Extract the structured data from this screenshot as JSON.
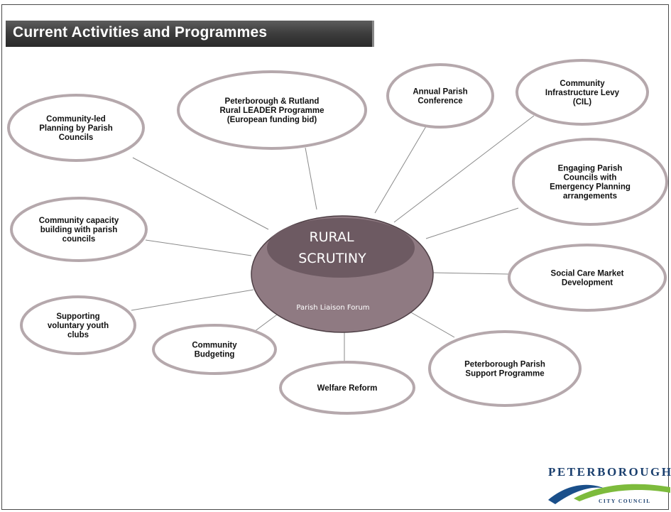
{
  "header": {
    "title": "Current Activities and Programmes"
  },
  "center": {
    "line1": "RURAL",
    "line2": "SCRUTINY",
    "subtitle": "Parish Liaison Forum"
  },
  "nodes": [
    {
      "id": "community-led-planning",
      "lines": [
        "Community-led",
        "Planning by Parish",
        "Councils"
      ]
    },
    {
      "id": "leader-programme",
      "lines": [
        "Peterborough & Rutland",
        "Rural LEADER Programme",
        "(European funding bid)"
      ]
    },
    {
      "id": "annual-parish-conference",
      "lines": [
        "Annual Parish",
        "Conference"
      ]
    },
    {
      "id": "community-infrastructure-levy",
      "lines": [
        "Community",
        "Infrastructure Levy",
        "(CIL)"
      ]
    },
    {
      "id": "emergency-planning",
      "lines": [
        "Engaging Parish",
        "Councils with",
        "Emergency Planning",
        "arrangements"
      ]
    },
    {
      "id": "community-capacity-building",
      "lines": [
        "Community capacity",
        "building with parish",
        "councils"
      ]
    },
    {
      "id": "social-care-market",
      "lines": [
        "Social Care Market",
        "Development"
      ]
    },
    {
      "id": "voluntary-youth-clubs",
      "lines": [
        "Supporting",
        "voluntary youth",
        "clubs"
      ]
    },
    {
      "id": "community-budgeting",
      "lines": [
        "Community",
        "Budgeting"
      ]
    },
    {
      "id": "welfare-reform",
      "lines": [
        "Welfare Reform"
      ]
    },
    {
      "id": "parish-support-programme",
      "lines": [
        "Peterborough Parish",
        "Support Programme"
      ]
    }
  ],
  "logo": {
    "name": "PETERBOROUGH",
    "subtitle": "CITY COUNCIL"
  },
  "colors": {
    "ellipse_stroke": "#b5a8ac",
    "center_outer": "#8f7a82",
    "center_inner": "#6d5a62",
    "connector": "#8a8a8a",
    "logo_blue": "#1a4f8a",
    "logo_green": "#7dbb3c"
  }
}
